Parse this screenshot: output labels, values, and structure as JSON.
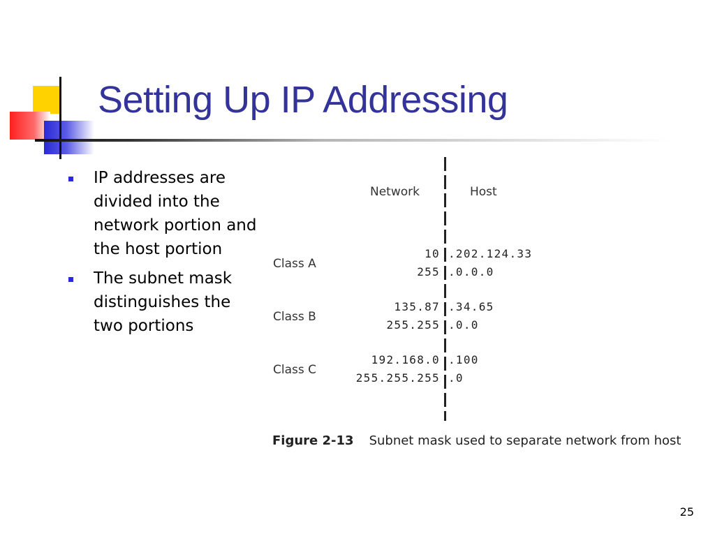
{
  "slide": {
    "title": "Setting Up IP Addressing",
    "bullets": [
      "IP addresses are\ndivided into the\nnetwork portion and\nthe host portion",
      "The subnet mask\ndistinguishes the\ntwo portions"
    ],
    "page_number": "25",
    "colors": {
      "title": "#333399",
      "bullet": "#2a2ad6",
      "logo_yellow": "#ffd200",
      "logo_red": "#ff2020",
      "logo_blue": "#2a2ad6"
    }
  },
  "figure": {
    "network_header": "Network",
    "host_header": "Host",
    "classes": [
      {
        "label": "Class A",
        "address": {
          "network": "10",
          "host": ".202.124.33"
        },
        "mask": {
          "network": "255",
          "host": ".0.0.0"
        }
      },
      {
        "label": "Class B",
        "address": {
          "network": "135.87",
          "host": ".34.65"
        },
        "mask": {
          "network": "255.255",
          "host": ".0.0"
        }
      },
      {
        "label": "Class C",
        "address": {
          "network": "192.168.0",
          "host": ".100"
        },
        "mask": {
          "network": "255.255.255",
          "host": ".0"
        }
      }
    ],
    "caption_number": "Figure 2-13",
    "caption_text": "Subnet mask used to separate network from host"
  }
}
